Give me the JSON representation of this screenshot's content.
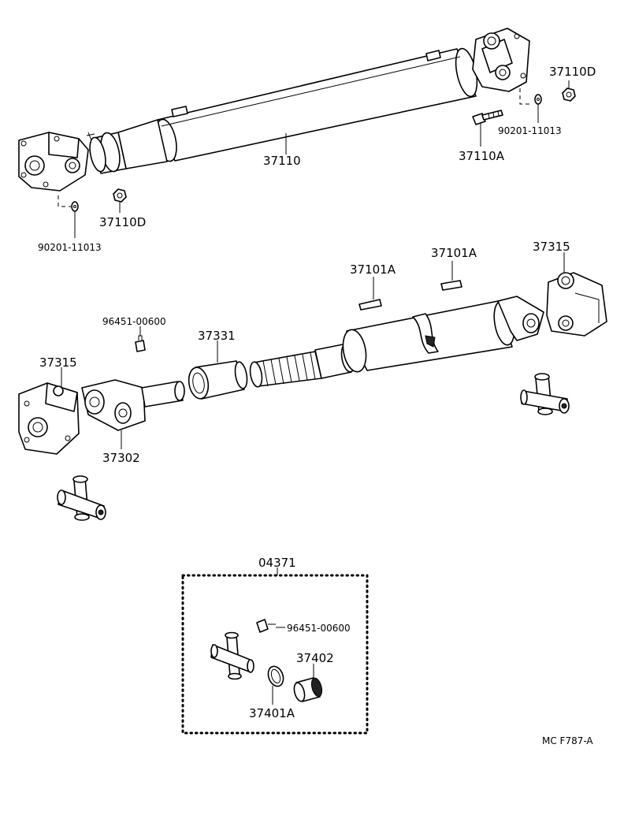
{
  "labels": {
    "l37110": "37110",
    "l37110a": "37110A",
    "l37110d_top": "37110D",
    "l37110d_left": "37110D",
    "l90201_top": "90201-11013",
    "l90201_left": "90201-11013",
    "l37101a_left": "37101A",
    "l37101a_right": "37101A",
    "l37315_right": "37315",
    "l37315_left": "37315",
    "l96451_mid": "96451-00600",
    "l37331": "37331",
    "l37302": "37302",
    "l04371": "04371",
    "l96451_kit": "96451-00600",
    "l37402": "37402",
    "l37401a": "37401A",
    "figure_code": "MC F787-A"
  }
}
